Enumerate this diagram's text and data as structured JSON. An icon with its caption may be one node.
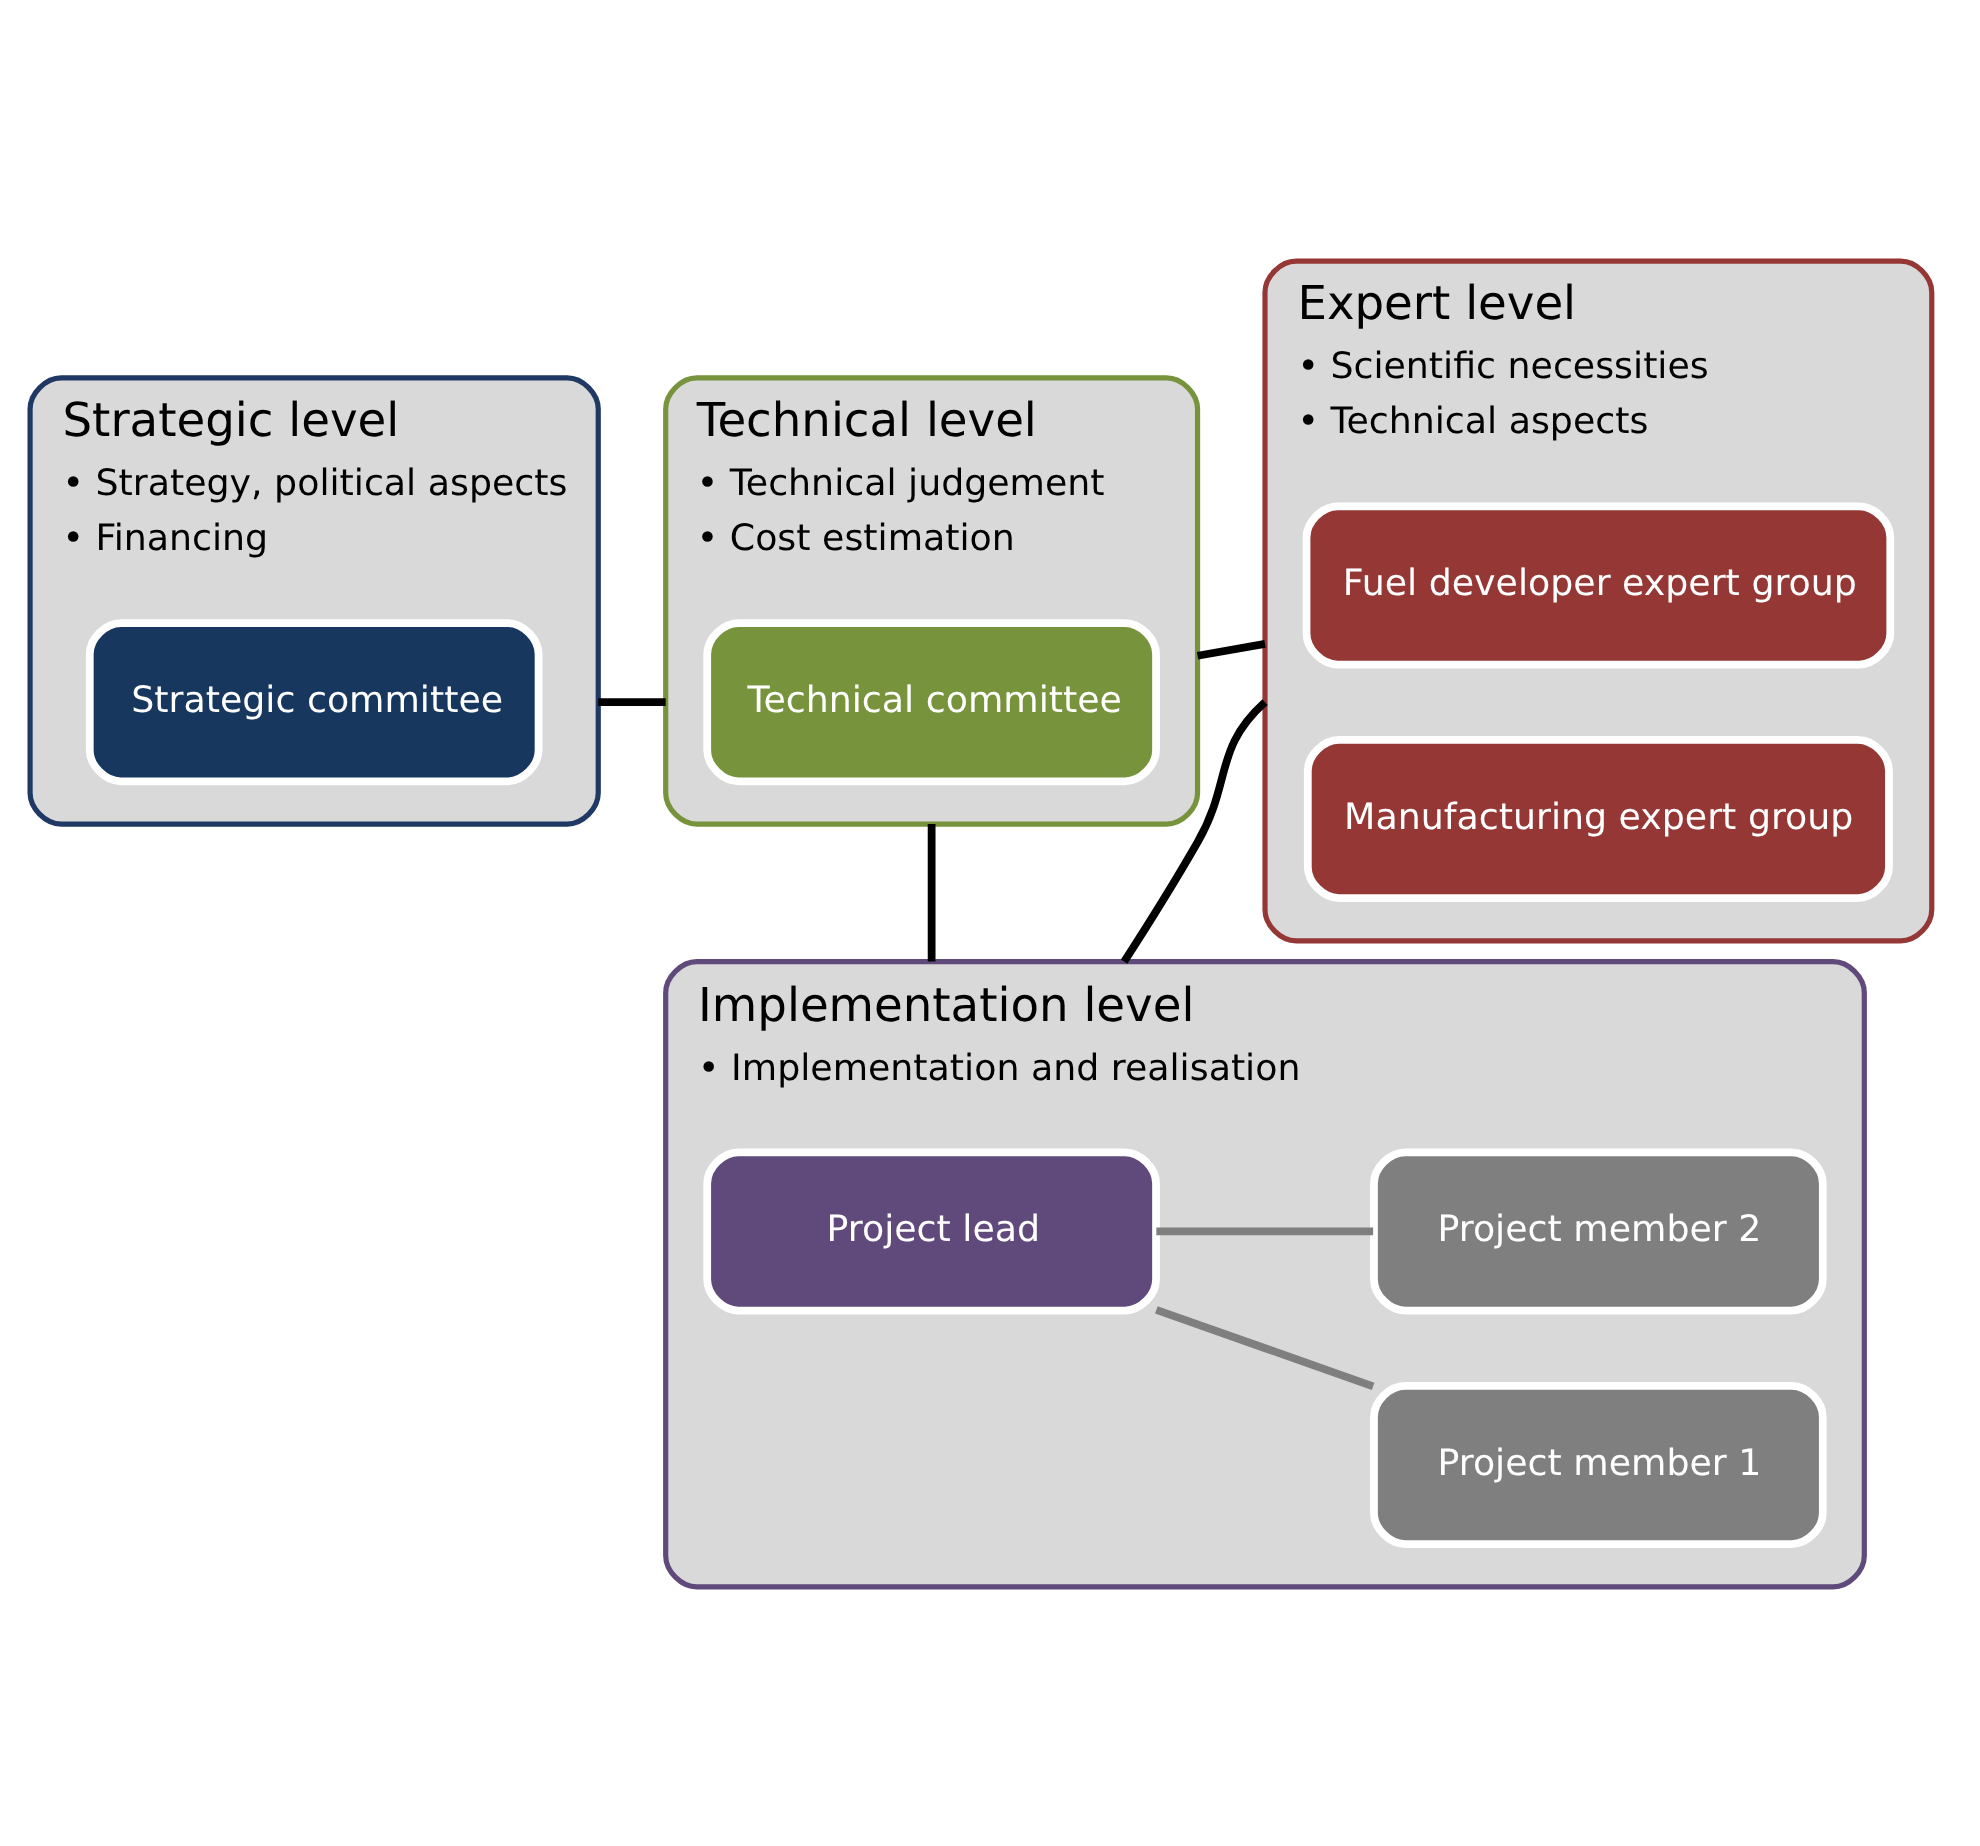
{
  "diagram": {
    "nodes": [
      {
        "text": [
          "Strategic level",
          "• Strategy, political aspects",
          "• Financing"
        ]
      },
      {
        "text": [
          "Strategic committee"
        ],
        "in": 0
      },
      {
        "text": [
          "Technical level",
          "• Technical judgement",
          "• Cost estimation"
        ]
      },
      {
        "text": [
          "Technical committee"
        ],
        "in": 2
      },
      {
        "text": [
          "Expert level",
          "• Scientific necessities",
          "• Technical aspects"
        ]
      },
      {
        "text": [
          "Fuel developer expert group"
        ],
        "in": 4
      },
      {
        "text": [
          "Manufacturing expert group"
        ],
        "in": 4
      },
      {
        "text": [
          "Implementation level",
          "• Implementation and realisation"
        ]
      },
      {
        "text": [
          "Project lead"
        ],
        "in": 7
      },
      {
        "text": [
          "Project member 1"
        ],
        "in": 7
      },
      {
        "text": [
          "Project member 2"
        ],
        "in": 7
      }
    ],
    "edges": [
      {
        "from": 0,
        "to": 2,
        "arrow": "none"
      },
      {
        "from": 2,
        "to": 4,
        "arrow": "none"
      },
      {
        "from": 2,
        "to": 7,
        "arrow": "none"
      },
      {
        "from": 4,
        "to": 7,
        "arrow": "none"
      },
      {
        "from": 8,
        "to": 9,
        "arrow": "none",
        "color": "#7f7f7f"
      },
      {
        "from": 8,
        "to": 10,
        "arrow": "none",
        "color": "#7f7f7f"
      }
    ]
  }
}
